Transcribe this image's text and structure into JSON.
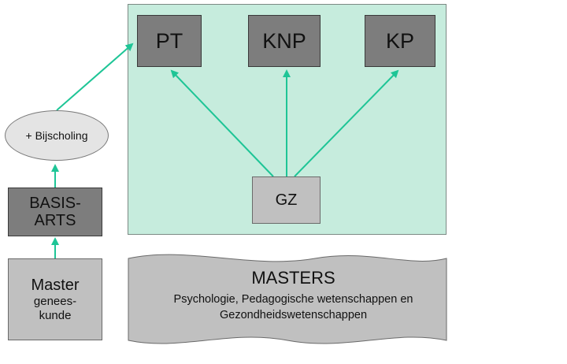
{
  "diagram": {
    "registrations": {
      "pt": "PT",
      "knp": "KNP",
      "kp": "KP"
    },
    "gz": "GZ",
    "bijscholing": "+ Bijscholing",
    "basisarts": {
      "line1": "BASIS-",
      "line2": "ARTS"
    },
    "master_geneeskunde": {
      "line1": "Master",
      "line2": "genees-",
      "line3": "kunde"
    },
    "masters": {
      "title": "MASTERS",
      "line1": "Psychologie, Pedagogische wetenschappen en",
      "line2": "Gezondheidswetenschappen"
    },
    "colors": {
      "panel": "#c6ecdd",
      "arrow": "#1ec596",
      "dark_box": "#7d7d7d",
      "light_box": "#c0c0c0",
      "banner": "#c0c0c0"
    }
  }
}
